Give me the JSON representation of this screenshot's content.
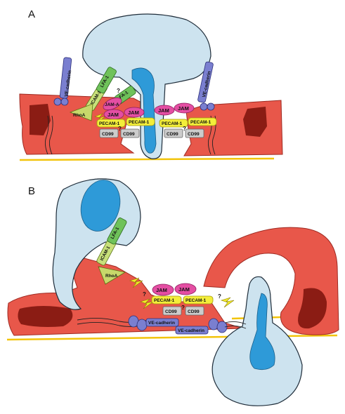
{
  "panels": {
    "a": {
      "label": "A",
      "molecules": {
        "ve_cadherin_left": "VE-cadherin",
        "ve_cadherin_right": "VE-cadherin",
        "icam1": "ICAM-1",
        "lfa1_1": "LFA-1",
        "lfa1_2": "LFA-1",
        "jam_a": "JAM-A",
        "jam_1": "JAM",
        "jam_2": "JAM",
        "jam_3": "JAM",
        "jam_4": "JAM",
        "rhoa": "RhoA",
        "pecam_1": "PECAM-1",
        "pecam_2": "PECAM-1",
        "pecam_3": "PECAM-1",
        "pecam_4": "PECAM-1",
        "cd99_1": "CD99",
        "cd99_2": "CD99",
        "cd99_3": "CD99",
        "cd99_4": "CD99",
        "question_1": "?",
        "question_2": "?",
        "question_3": "?"
      }
    },
    "b": {
      "label": "B",
      "molecules": {
        "icam1": "ICAM-1",
        "lfa1": "LFA-1",
        "rhoa": "RhoA",
        "jam_1": "JAM",
        "jam_2": "JAM",
        "pecam_1": "PECAM-1",
        "pecam_2": "PECAM-1",
        "cd99_1": "CD99",
        "cd99_2": "CD99",
        "ve_cadherin_1": "VE-cadherin",
        "ve_cadherin_2": "VE-cadherin",
        "question_1": "?",
        "question_2": "?",
        "question_3": "?"
      }
    }
  }
}
